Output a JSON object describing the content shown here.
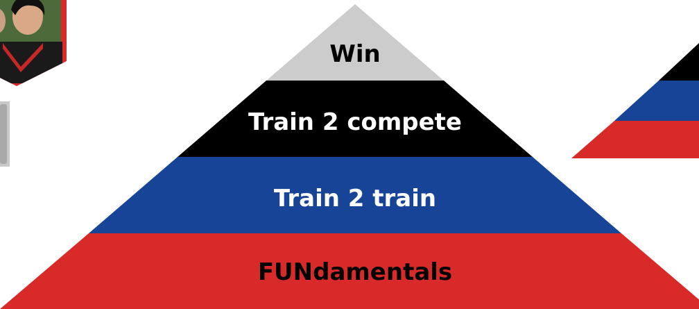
{
  "pyramid": {
    "tiers": [
      {
        "label": "Win",
        "color": "#cccccc",
        "text_color": "#000000"
      },
      {
        "label": "Train 2 compete",
        "color": "#000000",
        "text_color": "#ffffff"
      },
      {
        "label": "Train 2 train",
        "color": "#174497",
        "text_color": "#ffffff"
      },
      {
        "label": "FUNdamentals",
        "color": "#d92a2a",
        "text_color": "#000000"
      }
    ]
  },
  "thumbnail": {
    "border_color": "#d92a2a"
  },
  "colors": {
    "red": "#d92a2a",
    "blue": "#174497",
    "black": "#000000",
    "gray": "#cccccc"
  }
}
